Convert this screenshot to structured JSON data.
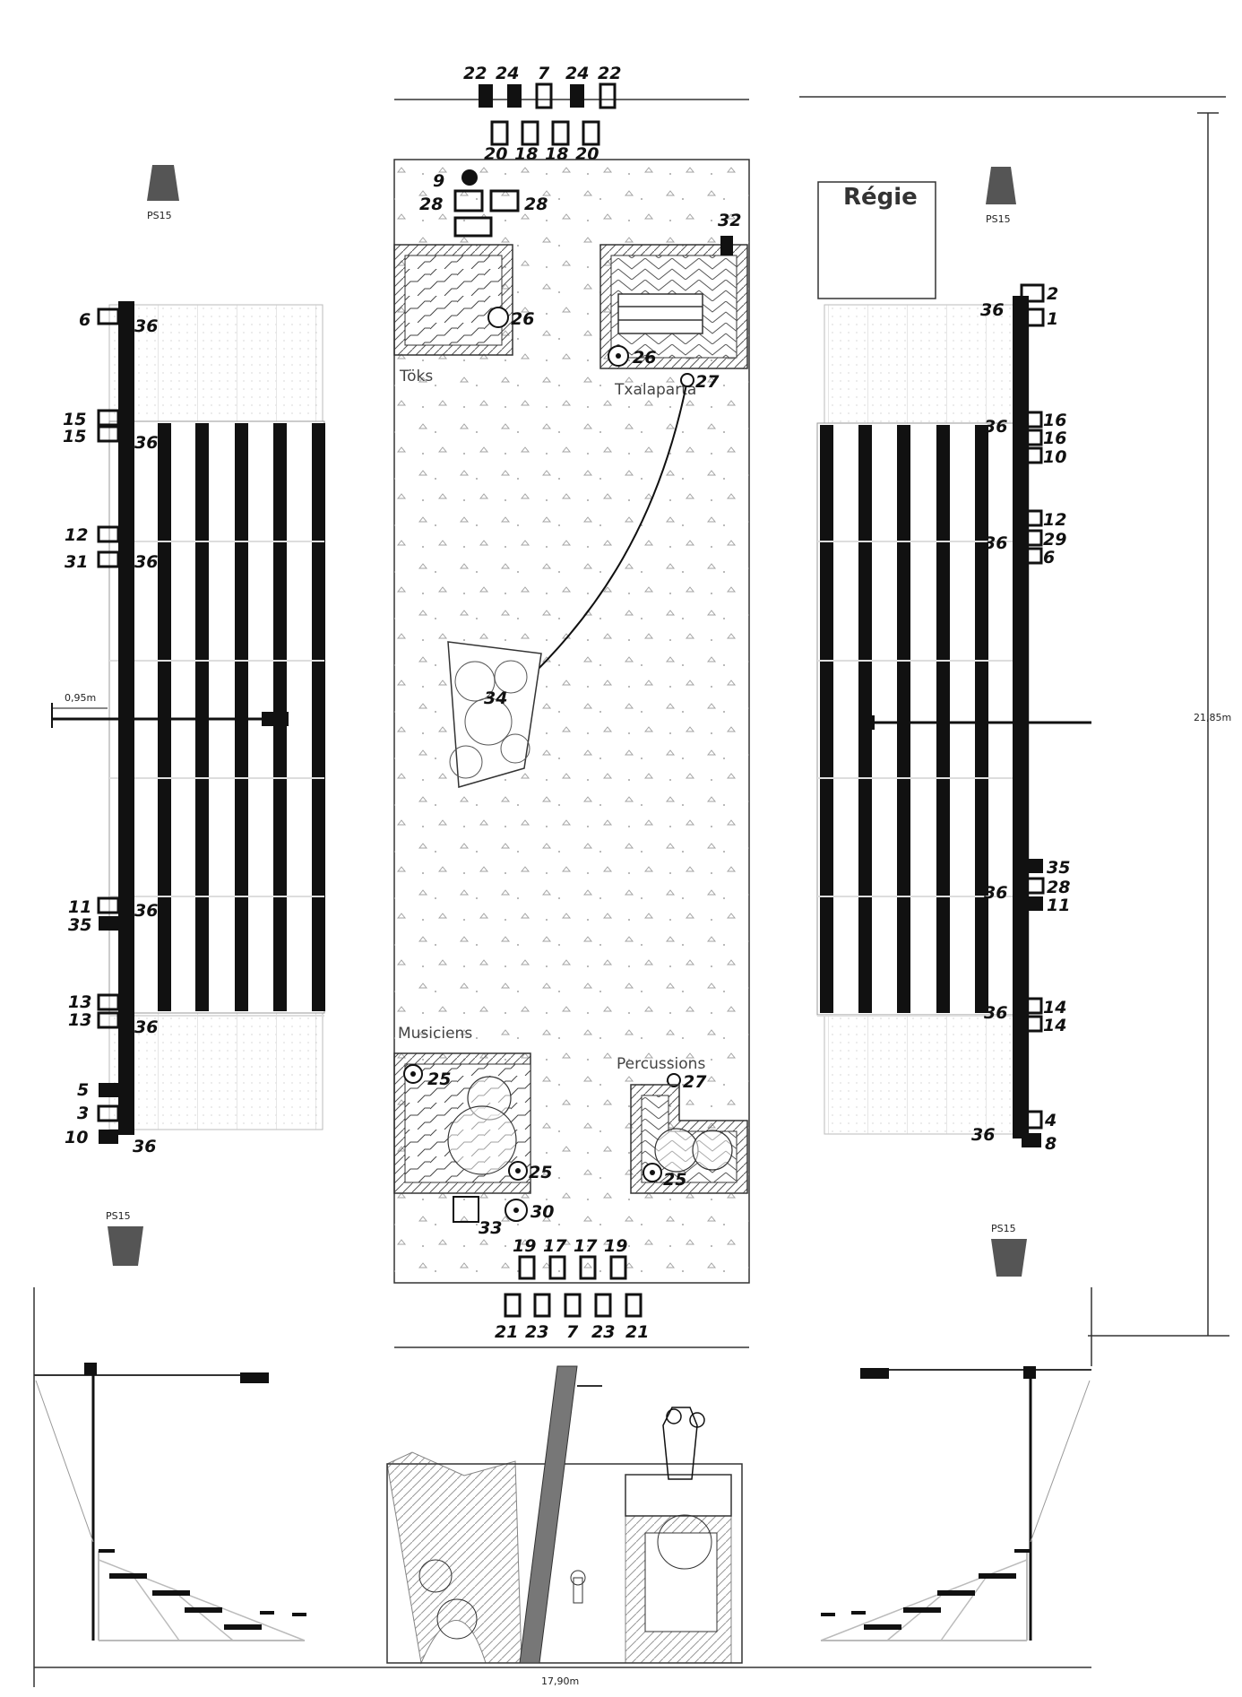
{
  "zones": {
    "tolks": "Töks",
    "tsalaparta": "Txalaparta",
    "musiciens": "Musiciens",
    "percussions": "Percussions",
    "regie": "Régie"
  },
  "speaker_label": "PS15",
  "dimensions": {
    "offset": "0,95m",
    "height": "21,85m",
    "width": "17,90m"
  },
  "top_group": {
    "row1": [
      "22",
      "24",
      "7",
      "24",
      "22"
    ],
    "row2": [
      "20",
      "18",
      "18",
      "20"
    ]
  },
  "bottom_group": {
    "row1": [
      "19",
      "17",
      "17",
      "19"
    ],
    "row2": [
      "21",
      "23",
      "7",
      "23",
      "21"
    ]
  },
  "stage_top": {
    "n9": "9",
    "n28a": "28",
    "n28b": "28",
    "n32": "32"
  },
  "stage_marks": {
    "tolks": "26",
    "tsalaparta": "26",
    "tsalaparta_arrow": "27",
    "stone": "34",
    "musiciens_tl": "25",
    "musiciens_br": "25",
    "percussions_top": "27",
    "percussions": "25",
    "n30": "30",
    "n33": "33"
  },
  "left_tower": [
    {
      "n": "6",
      "m": "36"
    },
    {
      "n": "15",
      "m": ""
    },
    {
      "n": "15",
      "m": "36"
    },
    {
      "n": "12",
      "m": ""
    },
    {
      "n": "31",
      "m": "36"
    },
    {
      "n": "11",
      "m": "36"
    },
    {
      "n": "35",
      "m": ""
    },
    {
      "n": "13",
      "m": ""
    },
    {
      "n": "13",
      "m": "36"
    },
    {
      "n": "5",
      "m": ""
    },
    {
      "n": "3",
      "m": ""
    },
    {
      "n": "10",
      "m": "36"
    }
  ],
  "right_tower": [
    {
      "n": "2",
      "m": ""
    },
    {
      "n": "1",
      "m": "36"
    },
    {
      "n": "16",
      "m": "36"
    },
    {
      "n": "16",
      "m": ""
    },
    {
      "n": "10",
      "m": ""
    },
    {
      "n": "12",
      "m": ""
    },
    {
      "n": "29",
      "m": "36"
    },
    {
      "n": "6",
      "m": ""
    },
    {
      "n": "35",
      "m": ""
    },
    {
      "n": "28",
      "m": "36"
    },
    {
      "n": "11",
      "m": ""
    },
    {
      "n": "14",
      "m": "36"
    },
    {
      "n": "14",
      "m": ""
    },
    {
      "n": "4",
      "m": ""
    },
    {
      "n": "8",
      "m": "36"
    }
  ]
}
